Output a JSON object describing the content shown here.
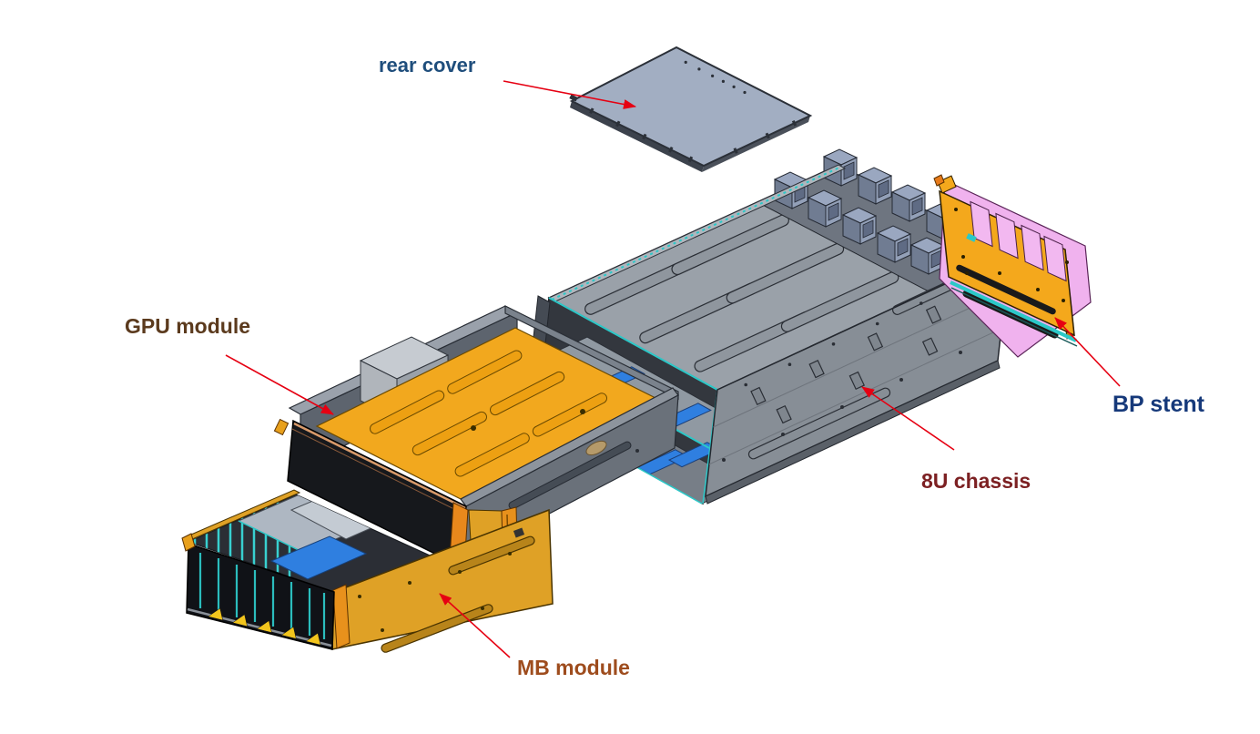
{
  "figure": {
    "type": "exploded-assembly-diagram",
    "background": "#ffffff",
    "arrow_color": "#e60012",
    "labels": [
      {
        "id": "rear-cover",
        "text": "rear cover",
        "color": "#1f4e7c"
      },
      {
        "id": "gpu-module",
        "text": "GPU module",
        "color": "#5b3a1d"
      },
      {
        "id": "bp-stent",
        "text": "BP stent",
        "color": "#16397a"
      },
      {
        "id": "8u-chassis",
        "text": "8U chassis",
        "color": "#7c2022"
      },
      {
        "id": "mb-module",
        "text": "MB module",
        "color": "#9e4c1d"
      }
    ],
    "palette": {
      "cover_gray": "#a2aec2",
      "chassis_top": "#9aa1a9",
      "chassis_side": "#878e96",
      "chassis_interior": "#33373e",
      "fan_gray": "#9aa7c0",
      "module_orange": "#f2a81e",
      "mb_orange": "#dfa126",
      "bp_yellow": "#f4a81c",
      "bp_pink": "#f0b2ee",
      "teal": "#2bc8c8",
      "rail_blue": "#2f7fe0",
      "gpu_front_black": "#16181c",
      "gpu_wall": "#5d646e",
      "copper": "#d89a6a",
      "hazard_yellow": "#f2c51d"
    }
  }
}
